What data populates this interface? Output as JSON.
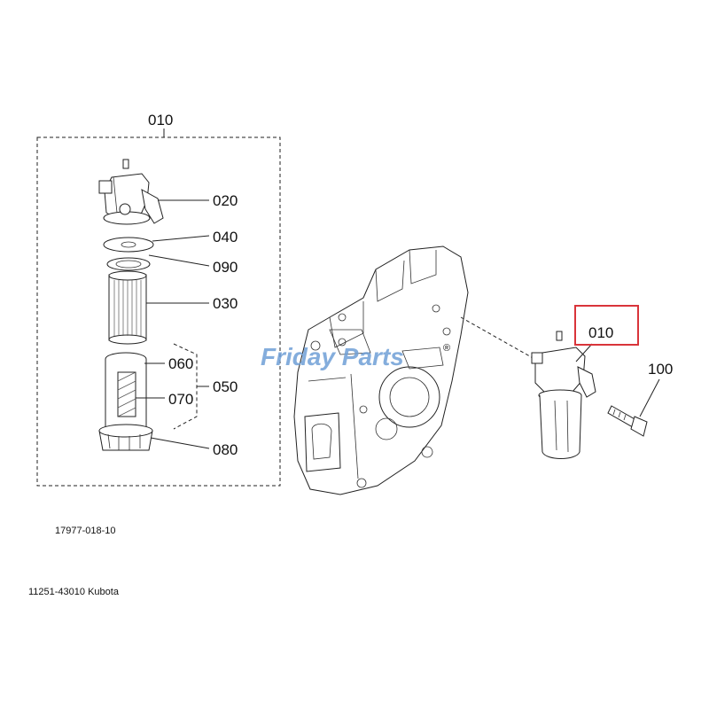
{
  "callouts": {
    "assembly_top": "010",
    "c020": "020",
    "c040": "040",
    "c090": "090",
    "c030": "030",
    "c060": "060",
    "c070": "070",
    "c050": "050",
    "c080": "080",
    "assembly_right": "010",
    "c100": "100"
  },
  "diagram_number": "17977-018-10",
  "caption": "11251-43010 Kubota",
  "watermark": {
    "text": "Friday Parts",
    "registered": "®",
    "color": "#6f9fd6"
  },
  "highlight_color": "#d9343a"
}
